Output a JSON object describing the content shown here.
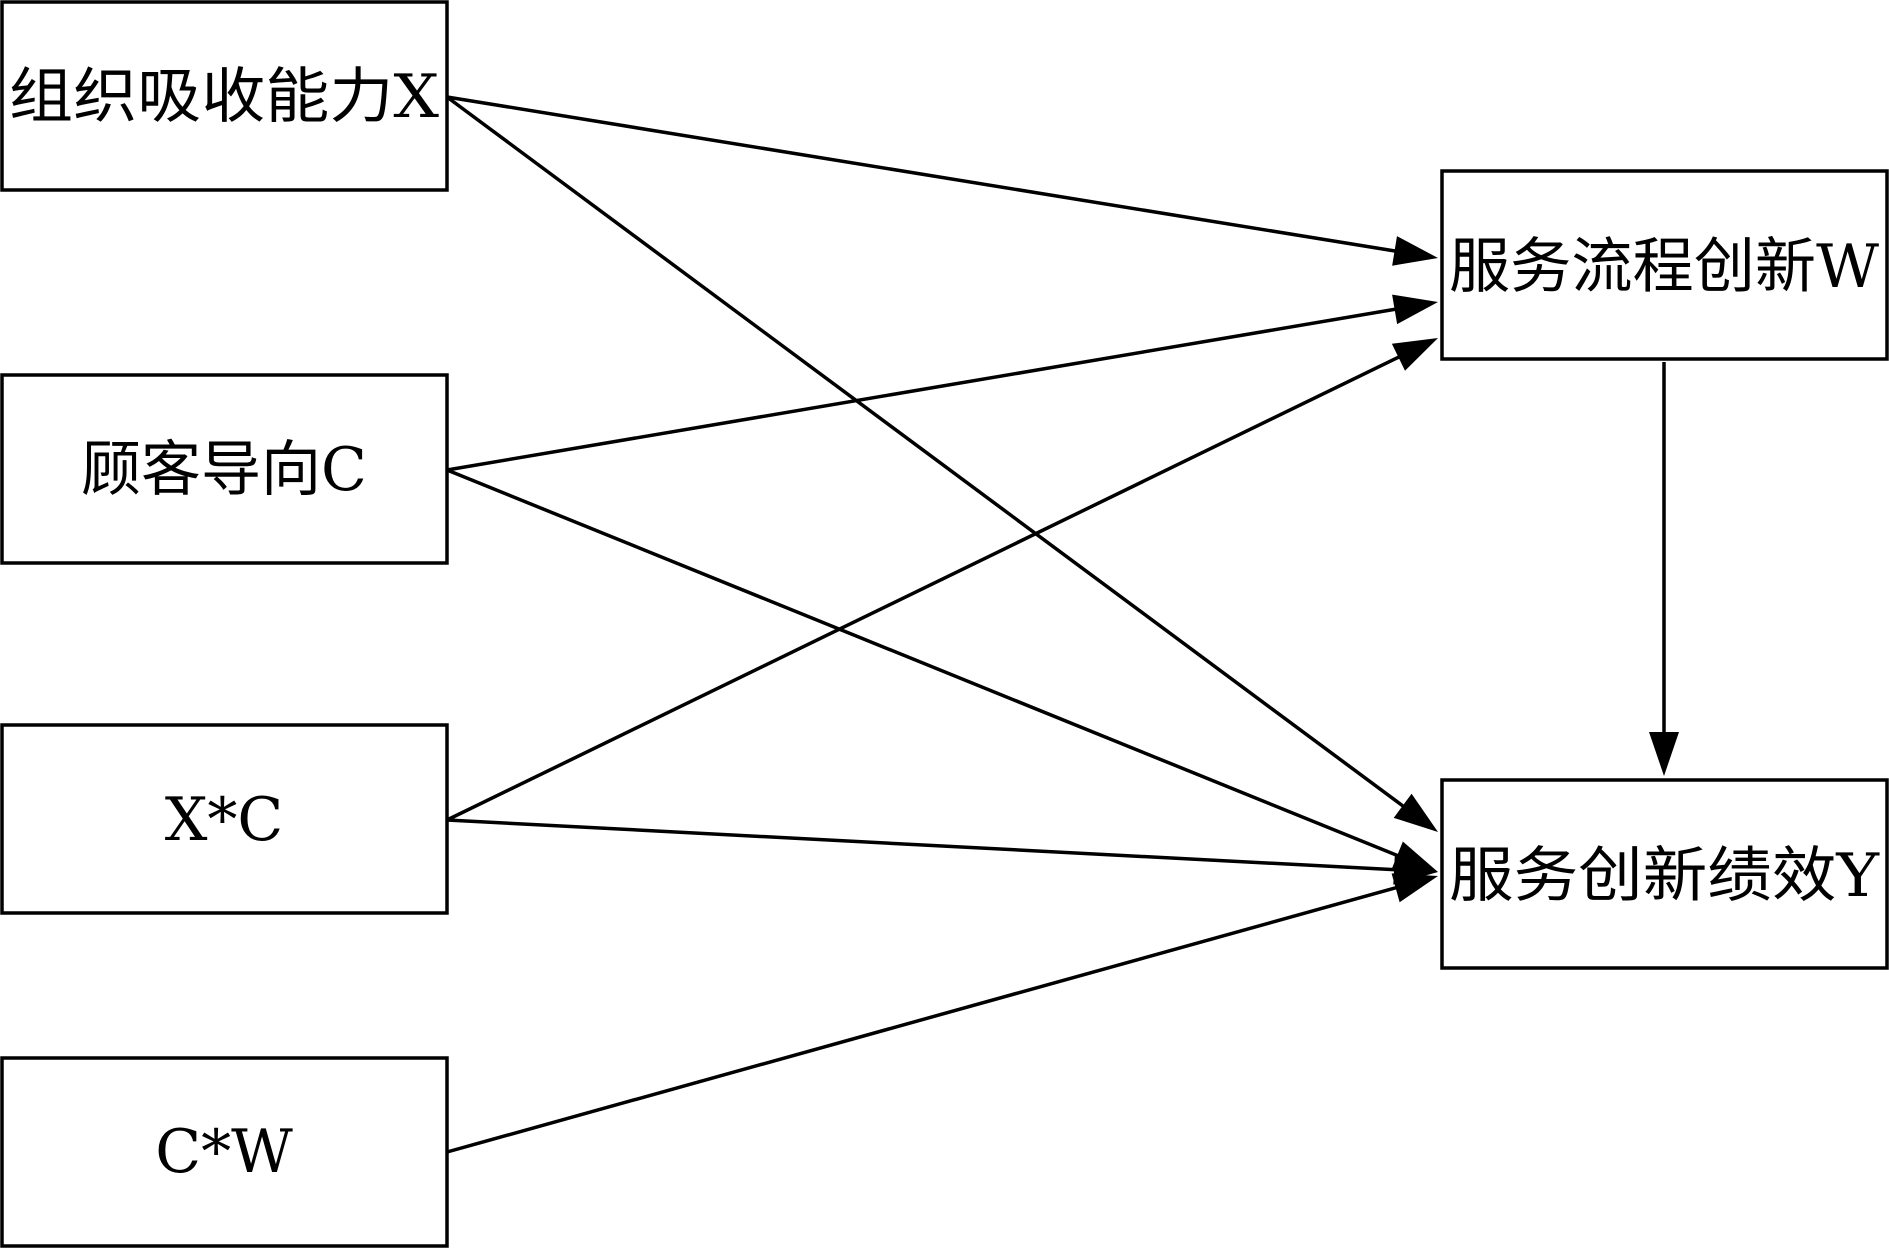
{
  "diagram": {
    "nodes": [
      {
        "id": "x",
        "label": "组织吸收能力X"
      },
      {
        "id": "c",
        "label": "顾客导向C"
      },
      {
        "id": "xc",
        "label": "X*C"
      },
      {
        "id": "cw",
        "label": "C*W"
      },
      {
        "id": "w",
        "label": "服务流程创新W"
      },
      {
        "id": "y",
        "label": "服务创新绩效Y"
      }
    ],
    "edges": [
      {
        "from": "x",
        "to": "w"
      },
      {
        "from": "x",
        "to": "y"
      },
      {
        "from": "c",
        "to": "w"
      },
      {
        "from": "c",
        "to": "y"
      },
      {
        "from": "xc",
        "to": "w"
      },
      {
        "from": "xc",
        "to": "y"
      },
      {
        "from": "cw",
        "to": "y"
      },
      {
        "from": "w",
        "to": "y"
      }
    ]
  }
}
